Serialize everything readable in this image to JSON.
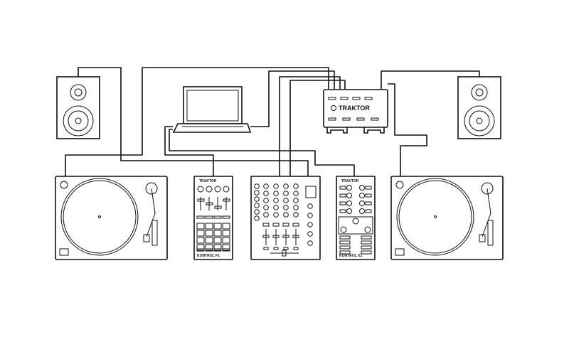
{
  "interface": {
    "brand": "TRAKTOR"
  },
  "f1": {
    "brand": "TRAKTOR",
    "model": "KONTROL F1"
  },
  "x1": {
    "brand": "TRAKTOR",
    "model": "KONTROL X1"
  },
  "colors": {
    "line": "#111111",
    "background": "#ffffff"
  }
}
